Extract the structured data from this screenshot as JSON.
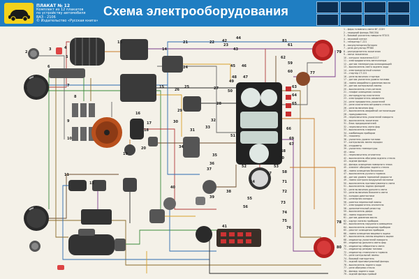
{
  "header": {
    "poster_no": "ПЛАКАТ № 12",
    "subtitle_lines": [
      "Комплект из 12 плакатов",
      "по устройству автомобиля",
      "ВАЗ - 2106",
      "© Издательство «Русская книга»"
    ],
    "title": "Схема электрооборудования"
  },
  "colors": {
    "header_bg": "#1f7ec2",
    "logo_bg": "#f3d21b",
    "background": "#f4f1e8"
  },
  "component_numbers": [
    "1",
    "2",
    "3",
    "4",
    "5",
    "6",
    "7",
    "8",
    "9",
    "10",
    "11",
    "12",
    "13",
    "14",
    "15",
    "16",
    "17",
    "18",
    "19",
    "20",
    "21",
    "22",
    "23",
    "24",
    "25",
    "26",
    "27",
    "28",
    "29",
    "30",
    "31",
    "32",
    "33",
    "34",
    "35",
    "36",
    "37",
    "38",
    "39",
    "40",
    "41",
    "42",
    "43",
    "44",
    "45",
    "46",
    "47",
    "48",
    "49",
    "50",
    "51",
    "52",
    "53",
    "54",
    "55",
    "56",
    "57",
    "58",
    "59",
    "60",
    "61",
    "62",
    "63",
    "64",
    "65",
    "66",
    "67",
    "68",
    "69",
    "70",
    "71",
    "72",
    "73",
    "74",
    "75",
    "76",
    "77",
    "78",
    "79",
    "80",
    "81"
  ],
  "legend": [
    "1 – фары головного света ФГ-122Н",
    "2 – передний фонарь ПФ130А",
    "3 – боковой указатель поворота УП101",
    "4 – звуковой сигнал",
    "5 – генератор Г-221",
    "6 – аккумуляторная батарея",
    "7 – реле-регулятор РР380",
    "8 – распределитель зажигания",
    "9 – свечи зажигания",
    "10 – катушка зажигания Б117",
    "11 – электродвигатель вентилятора",
    "12 – датчик температуры охлаждающей",
    "13 – выключатель света заднего хода",
    "14 – электромагнитный клапан",
    "15 – стартер СТ-221",
    "16 – реле включения стартера",
    "17 – датчик указателя уровня топлива",
    "18 – лампа аварийного давления масла",
    "19 – датчик контрольной лампы",
    "20 – выключатель стоп-сигнала",
    "21 – плафон освещения салона",
    "22 – моторедуктор очистителя",
    "23 – электродвигатель омывателя",
    "24 – реле прерыватель указателей",
    "25 – реле очистителя ветрового стекла",
    "26 – реле включения фар",
    "27 – выключатель аварийной сигнализации",
    "28 – прикуриватель",
    "29 – переключатель указателей поворота",
    "30 – выключатель зажигания",
    "31 – блок предохранителей",
    "32 – переключатель света фар",
    "33 – выключатель плафона",
    "34 – комбинация приборов",
    "35 – тахометр",
    "36 – указатель уровня топлива",
    "37 – контрольная лампа зарядки",
    "38 – спидометр",
    "39 – указатель температуры",
    "40 – часы",
    "41 – переключатель отопителя",
    "42 – выключатель обогрева заднего стекла",
    "43 – задние фонари",
    "44 – фонарь освещения номерного знака",
    "45 – элемент обогрева заднего стекла",
    "46 – лампа освещения багажника",
    "47 – выключатель ручного тормоза",
    "48 – датчик уровня тормозной жидкости",
    "49 – лампа контроля воздушной заслонки",
    "50 – выключатель противотуманного света",
    "51 – выключатель задних фонарей",
    "52 – реле включения дальнего света",
    "53 – реле включения ближнего света",
    "54 – колодка диагностики",
    "55 – штекерная колодка",
    "56 – розетка переносной лампы",
    "57 – электродвигатель отопителя",
    "58 – дополнительный резистор",
    "59 – выключатель двери",
    "60 – лампа подкапотная",
    "61 – датчик давления масла",
    "62 – корпус панели приборов",
    "63 – выключатель наружного освещения",
    "64 – выключатель освещения приборов",
    "65 – реостат освещения приборов",
    "66 – лампа освещения вещевого ящика",
    "67 – выключатель лампы вещевого ящика",
    "68 – индикатор указателей поворота",
    "69 – индикатор дальнего света фар",
    "70 – индикатор габаритного света",
    "71 – индикатор резерва топлива",
    "72 – индикатор стояночного тормоза",
    "73 – реле контрольной лампы",
    "74 – боковой повторитель",
    "75 – задний противотуманный фонарь",
    "76 – выключатель заднего хода",
    "77 – реле обогрева стекла",
    "78 – фонарь заднего хода",
    "79 – задний фонарь правый",
    "80 – задний фонарь левый",
    "81 – колодка жгута проводов"
  ]
}
